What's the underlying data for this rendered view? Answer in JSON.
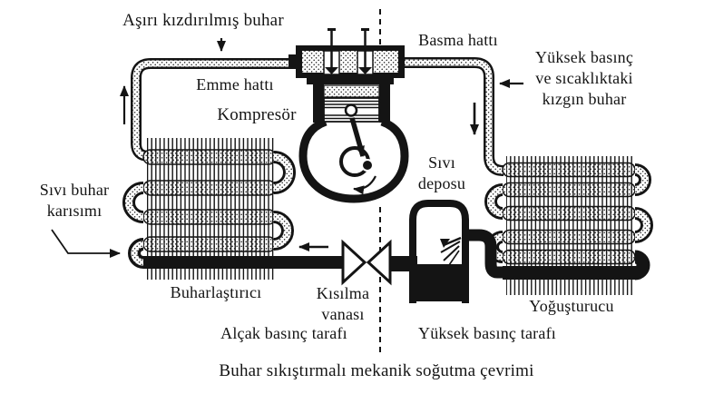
{
  "figure": {
    "caption": "Buhar sıkıştırmalı mekanik soğutma çevrimi",
    "ink_color": "#141414",
    "paper_color": "#ffffff"
  },
  "labels": {
    "superheated_vapor": "Aşırı kızdırılmış buhar",
    "discharge_line": "Basma hattı",
    "high_pressure_note": {
      "line1": "Yüksek basınç",
      "line2": "ve sıcaklıktaki",
      "line3": "kızgın buhar"
    },
    "suction_line": "Emme hattı",
    "compressor": "Kompresör",
    "liquid_receiver": {
      "line1": "Sıvı",
      "line2": "deposu"
    },
    "liquid_vapor_mixture": {
      "line1": "Sıvı buhar",
      "line2": "karısımı"
    },
    "evaporator": "Buharlaştırıcı",
    "expansion_valve": {
      "line1": "Kısılma",
      "line2": "vanası"
    },
    "low_pressure_side": "Alçak basınç tarafı",
    "high_pressure_side": "Yüksek basınç tarafı",
    "condenser": "Yoğuşturucu"
  }
}
